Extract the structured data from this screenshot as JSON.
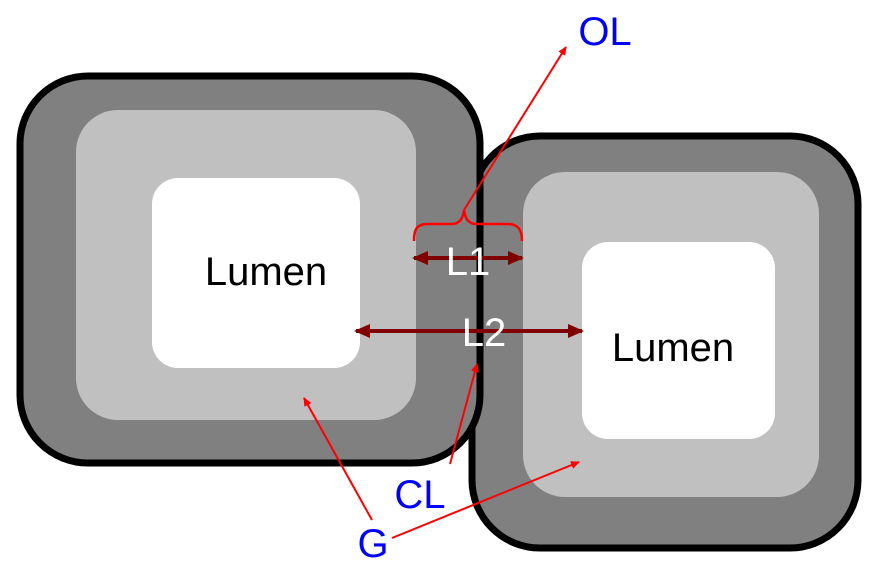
{
  "labels": {
    "lumen_left": "Lumen",
    "lumen_right": "Lumen",
    "l1": "L1",
    "l2": "L2",
    "ol": "OL",
    "cl": "CL",
    "g": "G"
  },
  "colors": {
    "outer_layer": "#808080",
    "inner_layer": "#c0c0c0",
    "lumen": "#ffffff",
    "outline": "#000000",
    "pointer": "#ff0000",
    "dimension_arrow": "#800000",
    "annotation_text": "#0000ff",
    "lumen_text": "#000000",
    "dimension_text": "#ffffff"
  }
}
